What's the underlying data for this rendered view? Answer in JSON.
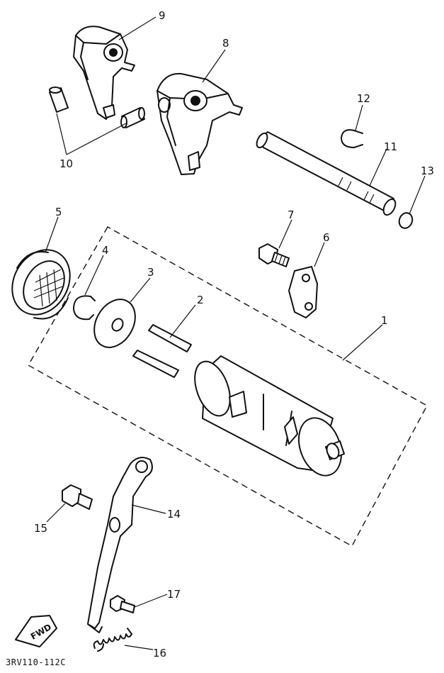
{
  "diagram": {
    "callouts": [
      {
        "id": "1",
        "text": "1"
      },
      {
        "id": "2",
        "text": "2"
      },
      {
        "id": "3",
        "text": "3"
      },
      {
        "id": "4",
        "text": "4"
      },
      {
        "id": "5",
        "text": "5"
      },
      {
        "id": "6",
        "text": "6"
      },
      {
        "id": "7",
        "text": "7"
      },
      {
        "id": "8",
        "text": "8"
      },
      {
        "id": "9",
        "text": "9"
      },
      {
        "id": "10",
        "text": "10"
      },
      {
        "id": "11",
        "text": "11"
      },
      {
        "id": "12",
        "text": "12"
      },
      {
        "id": "13",
        "text": "13"
      },
      {
        "id": "14",
        "text": "14"
      },
      {
        "id": "15",
        "text": "15"
      },
      {
        "id": "16",
        "text": "16"
      },
      {
        "id": "17",
        "text": "17"
      }
    ],
    "direction_label": "FWD",
    "drawing_code": "3RV110-112C"
  }
}
